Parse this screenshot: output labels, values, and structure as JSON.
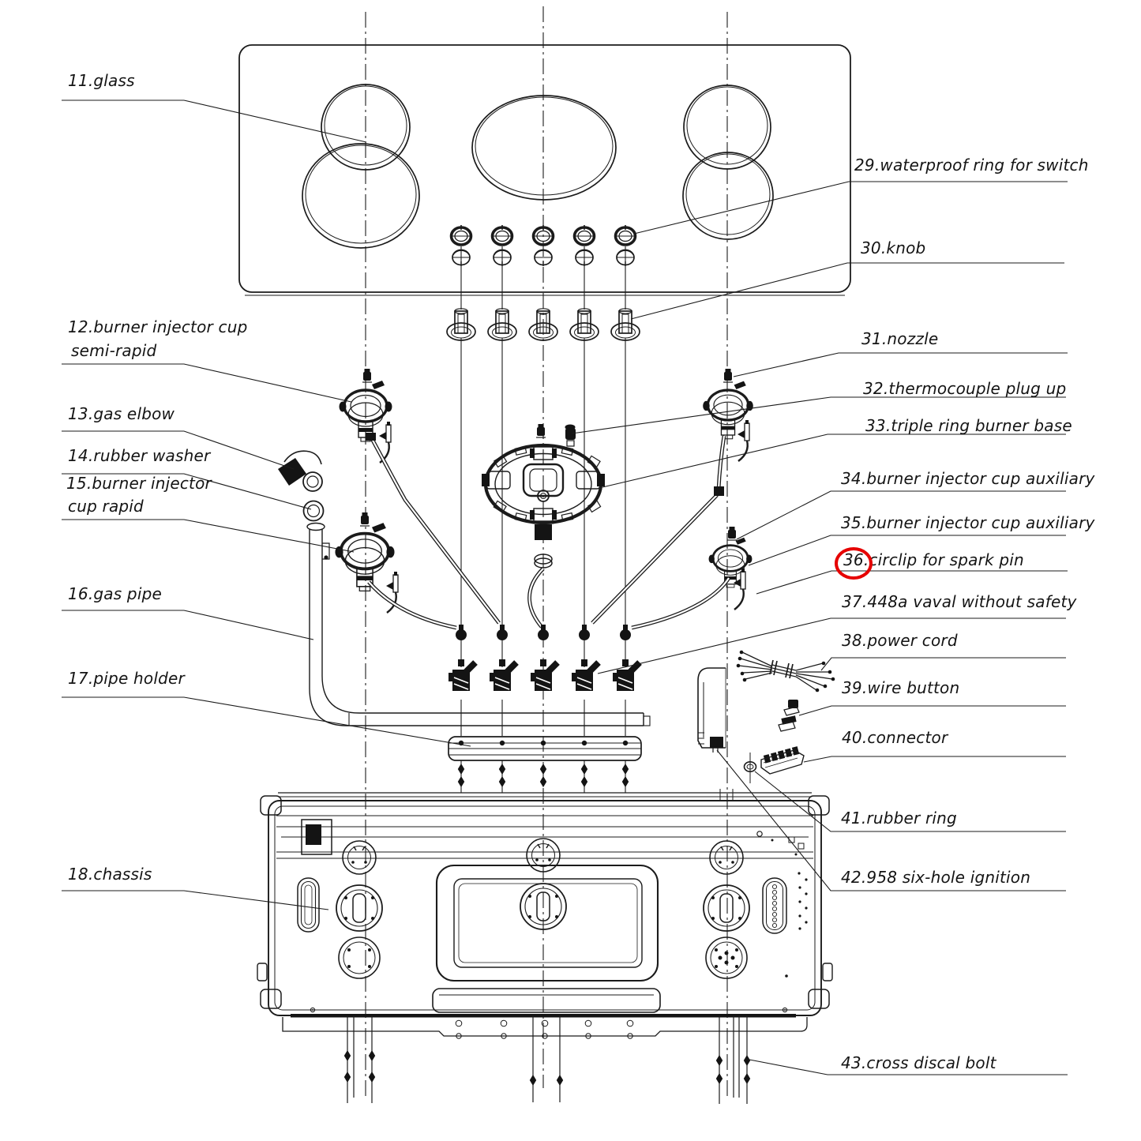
{
  "document": {
    "type": "exploded parts diagram",
    "subject": "built-in 5-burner gas hob",
    "background_color": "#ffffff",
    "line_color": "#1b1b1b",
    "highlight": {
      "part_number": "36",
      "shape": "red-ellipse",
      "color": "#e60000"
    }
  },
  "labels": {
    "left": [
      "11.glass",
      "12.burner injector cup",
      "semi-rapid",
      "13.gas elbow",
      "14.rubber washer",
      "15.burner injector",
      "cup rapid",
      "16.gas pipe",
      "17.pipe holder",
      "18.chassis"
    ],
    "right": [
      "29.waterproof ring for switch",
      "30.knob",
      "31.nozzle",
      "32.thermocouple  plug up",
      "33.triple ring burner base",
      "34.burner injector cup auxiliary",
      "35.burner injector cup auxiliary",
      "36.circlip for spark pin",
      "37.448a vaval without safety",
      "38.power cord",
      "39.wire button",
      "40.connector",
      "41.rubber ring",
      "42.958 six-hole ignition",
      "43.cross discal bolt"
    ]
  }
}
